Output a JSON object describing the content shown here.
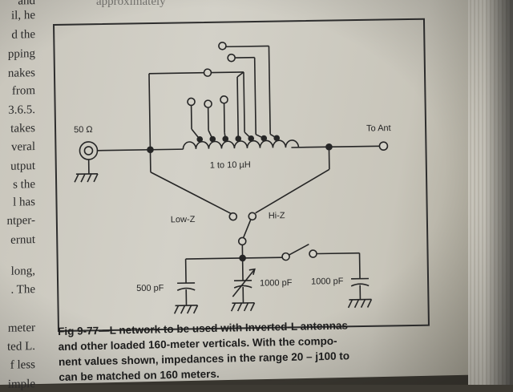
{
  "left_column_text": [
    "and",
    "il, he",
    "d the",
    "pping",
    "nakes",
    "from",
    "3.6.5.",
    "takes",
    "veral",
    "utput",
    "s the",
    "l has",
    "ntper-",
    "ernut",
    "long,",
    ". The",
    "meter",
    "ted L.",
    "f less",
    "imple"
  ],
  "top_fragment": "approximately",
  "schematic": {
    "source_label": "50 Ω",
    "output_label": "To Ant",
    "inductor_label": "1 to 10 µH",
    "low_z_label": "Low-Z",
    "hi_z_label": "Hi-Z",
    "c1_label": "500 pF",
    "c2_label": "1000 pF",
    "c3_label": "1000 pF"
  },
  "caption": {
    "line1": "Fig 9-77—L network to be used with Inverted-L antennas",
    "line2": "and other loaded 160-meter verticals. With the compo-",
    "line3": "nent values shown, impedances in the range 20 – j100 to",
    "line4": "                    can be matched on 160 meters."
  },
  "colors": {
    "paper": "#cfccc2",
    "ink": "#2a2a2a",
    "background": "#3d3a33"
  }
}
